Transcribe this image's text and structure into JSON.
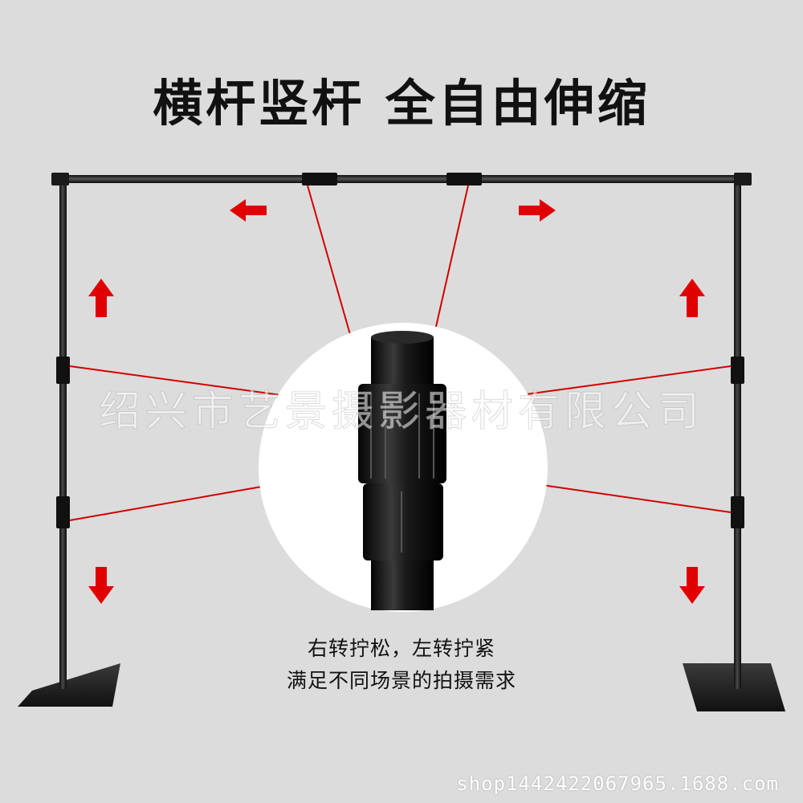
{
  "title": "横杆竖杆 全自由伸缩",
  "watermark": "绍兴市艺景摄影器材有限公司",
  "caption": {
    "line1": "右转拧松，左转拧紧",
    "line2": "满足不同场景的拍摄需求"
  },
  "footer_url": "shop1442422067965.1688.com",
  "icons": {
    "arrow_left": "arrow-left-icon",
    "arrow_right": "arrow-right-icon",
    "arrow_up": "arrow-up-icon",
    "arrow_down": "arrow-down-icon"
  },
  "colors": {
    "background": "#dcdcdc",
    "pole": "#1c1c1c",
    "arrow": "#e10000",
    "callout_line": "#d40000",
    "zoom_circle": "#ffffff"
  }
}
